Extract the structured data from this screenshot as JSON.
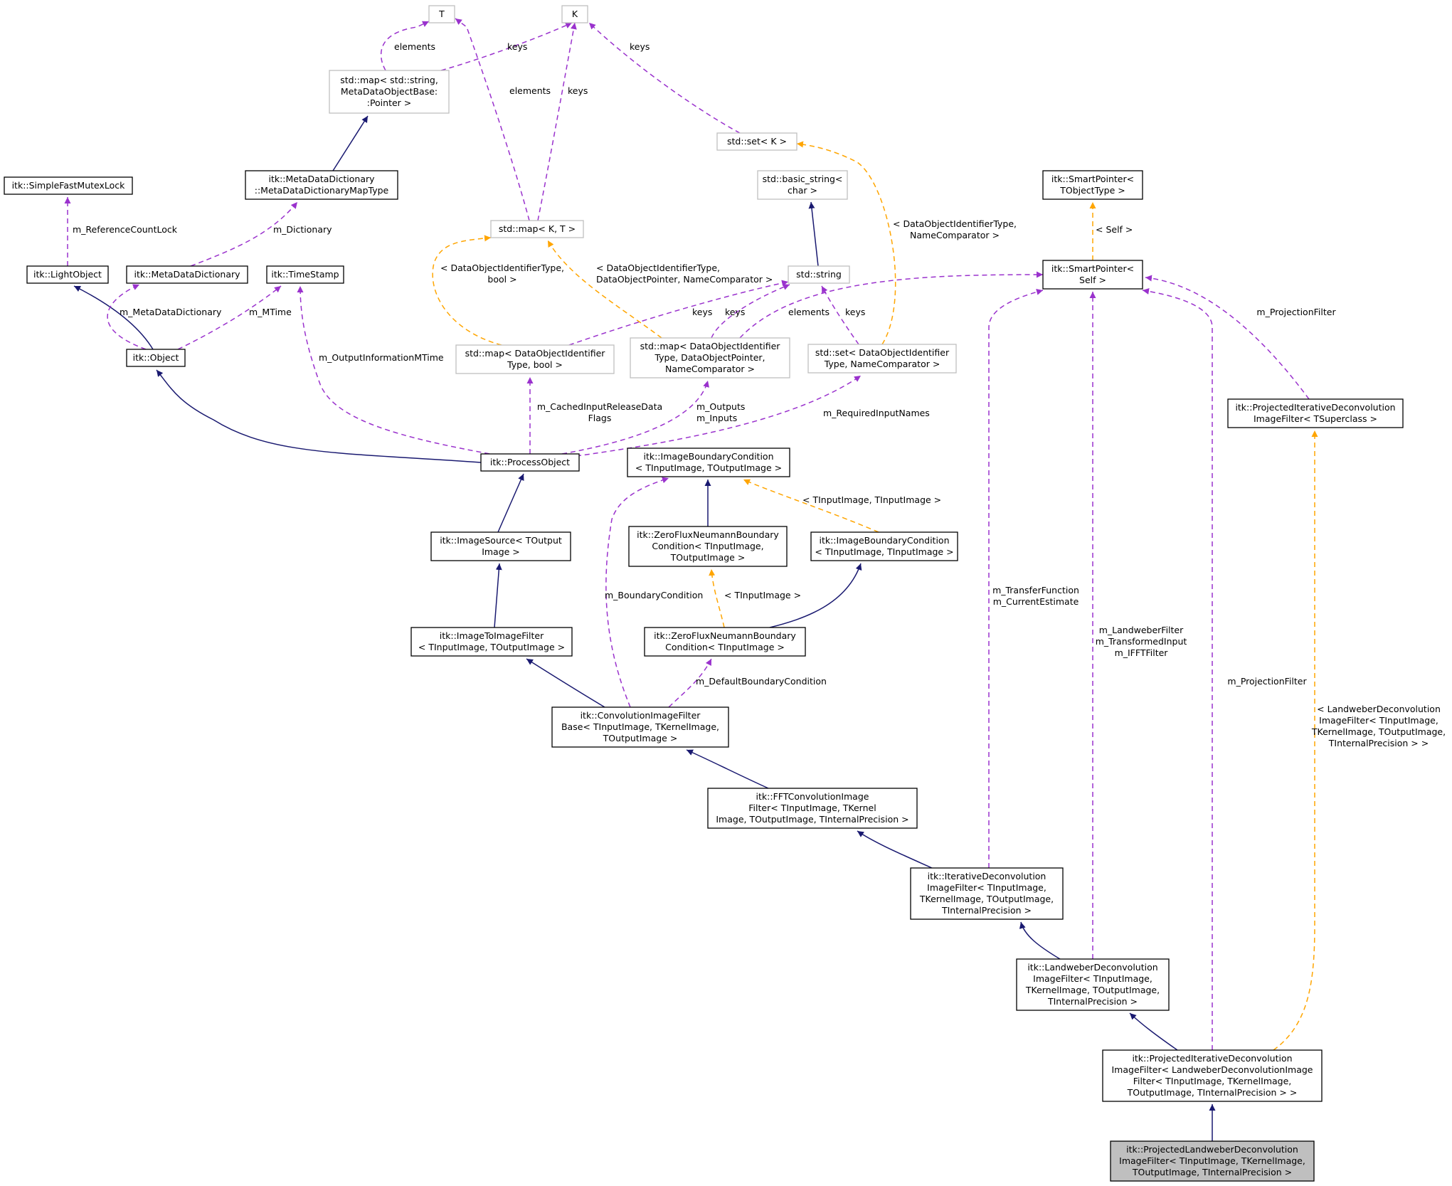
{
  "colors": {
    "inheritance": "#191970",
    "member": "#9a32cd",
    "template": "#ffa500",
    "focus_fill": "#bfbfbf",
    "external_border": "#bfbfbf"
  },
  "nodes": [
    {
      "id": "T",
      "kind": "external",
      "lines": [
        "T"
      ]
    },
    {
      "id": "K",
      "kind": "external",
      "lines": [
        "K"
      ]
    },
    {
      "id": "map_string",
      "kind": "external",
      "lines": [
        "std::map< std::string,",
        "MetaDataObjectBase:",
        ":Pointer >"
      ]
    },
    {
      "id": "set_K",
      "kind": "external",
      "lines": [
        "std::set< K >"
      ]
    },
    {
      "id": "basic_string",
      "kind": "external",
      "lines": [
        "std::basic_string<",
        "char >"
      ]
    },
    {
      "id": "smartptr_T",
      "kind": "class",
      "lines": [
        "itk::SmartPointer<",
        "TObjectType >"
      ]
    },
    {
      "id": "mutexlock",
      "kind": "class",
      "lines": [
        "itk::SimpleFastMutexLock"
      ]
    },
    {
      "id": "mdd_maptype",
      "kind": "class",
      "lines": [
        "itk::MetaDataDictionary",
        "::MetaDataDictionaryMapType"
      ]
    },
    {
      "id": "map_KT",
      "kind": "external",
      "lines": [
        "std::map< K, T >"
      ]
    },
    {
      "id": "lightobject",
      "kind": "class",
      "lines": [
        "itk::LightObject"
      ]
    },
    {
      "id": "mdd",
      "kind": "class",
      "lines": [
        "itk::MetaDataDictionary"
      ]
    },
    {
      "id": "timestamp",
      "kind": "class",
      "lines": [
        "itk::TimeStamp"
      ]
    },
    {
      "id": "stdstring",
      "kind": "external",
      "lines": [
        "std::string"
      ]
    },
    {
      "id": "smartptr_self",
      "kind": "class",
      "lines": [
        "itk::SmartPointer<",
        "Self >"
      ]
    },
    {
      "id": "object",
      "kind": "class",
      "lines": [
        "itk::Object"
      ]
    },
    {
      "id": "map_bool",
      "kind": "external",
      "lines": [
        "std::map< DataObjectIdentifier",
        "Type, bool >"
      ]
    },
    {
      "id": "map_ptr",
      "kind": "external",
      "lines": [
        "std::map< DataObjectIdentifier",
        "Type, DataObjectPointer,",
        "NameComparator >"
      ]
    },
    {
      "id": "set_name",
      "kind": "external",
      "lines": [
        "std::set< DataObjectIdentifier",
        "Type, NameComparator >"
      ]
    },
    {
      "id": "proj_super",
      "kind": "class",
      "lines": [
        "itk::ProjectedIterativeDeconvolution",
        "ImageFilter< TSuperclass >"
      ]
    },
    {
      "id": "processobject",
      "kind": "class",
      "lines": [
        "itk::ProcessObject"
      ]
    },
    {
      "id": "ibc_out",
      "kind": "class",
      "lines": [
        "itk::ImageBoundaryCondition",
        "< TInputImage, TOutputImage >"
      ]
    },
    {
      "id": "imagesource",
      "kind": "class",
      "lines": [
        "itk::ImageSource< TOutput",
        "Image >"
      ]
    },
    {
      "id": "zfn_out",
      "kind": "class",
      "lines": [
        "itk::ZeroFluxNeumannBoundary",
        "Condition< TInputImage,",
        "TOutputImage >"
      ]
    },
    {
      "id": "ibc_in",
      "kind": "class",
      "lines": [
        "itk::ImageBoundaryCondition",
        "< TInputImage, TInputImage >"
      ]
    },
    {
      "id": "imagetoimage",
      "kind": "class",
      "lines": [
        "itk::ImageToImageFilter",
        "< TInputImage, TOutputImage >"
      ]
    },
    {
      "id": "zfn_in",
      "kind": "class",
      "lines": [
        "itk::ZeroFluxNeumannBoundary",
        "Condition< TInputImage >"
      ]
    },
    {
      "id": "convbase",
      "kind": "class",
      "lines": [
        "itk::ConvolutionImageFilter",
        "Base< TInputImage, TKernelImage,",
        "TOutputImage >"
      ]
    },
    {
      "id": "fftconv",
      "kind": "class",
      "lines": [
        "itk::FFTConvolutionImage",
        "Filter< TInputImage, TKernel",
        "Image, TOutputImage, TInternalPrecision >"
      ]
    },
    {
      "id": "iterdeconv",
      "kind": "class",
      "lines": [
        "itk::IterativeDeconvolution",
        "ImageFilter< TInputImage,",
        "TKernelImage, TOutputImage,",
        "TInternalPrecision >"
      ]
    },
    {
      "id": "landweber",
      "kind": "class",
      "lines": [
        "itk::LandweberDeconvolution",
        "ImageFilter< TInputImage,",
        "TKernelImage, TOutputImage,",
        "TInternalPrecision >"
      ]
    },
    {
      "id": "proj_landweber_tpl",
      "kind": "class",
      "lines": [
        "itk::ProjectedIterativeDeconvolution",
        "ImageFilter< LandweberDeconvolutionImage",
        "Filter< TInputImage, TKernelImage,",
        "TOutputImage, TInternalPrecision > >"
      ]
    },
    {
      "id": "focus",
      "kind": "focus",
      "lines": [
        "itk::ProjectedLandweberDeconvolution",
        "ImageFilter< TInputImage, TKernelImage,",
        "TOutputImage, TInternalPrecision >"
      ]
    }
  ],
  "edges": [
    {
      "from": "map_string",
      "to": "T",
      "type": "member",
      "label": [
        "elements"
      ]
    },
    {
      "from": "map_string",
      "to": "K",
      "type": "member",
      "label": [
        "keys"
      ]
    },
    {
      "from": "map_KT",
      "to": "T",
      "type": "member",
      "label": [
        "elements"
      ]
    },
    {
      "from": "map_KT",
      "to": "K",
      "type": "member",
      "label": [
        "keys"
      ]
    },
    {
      "from": "set_K",
      "to": "K",
      "type": "member",
      "label": [
        "keys"
      ]
    },
    {
      "from": "mdd_maptype",
      "to": "map_string",
      "type": "inherit",
      "label": []
    },
    {
      "from": "lightobject",
      "to": "mutexlock",
      "type": "member",
      "label": [
        "m_ReferenceCountLock"
      ]
    },
    {
      "from": "mdd",
      "to": "mdd_maptype",
      "type": "member",
      "label": [
        "m_Dictionary"
      ]
    },
    {
      "from": "stdstring",
      "to": "basic_string",
      "type": "inherit",
      "label": []
    },
    {
      "from": "smartptr_self",
      "to": "smartptr_T",
      "type": "template",
      "label": [
        "< Self >"
      ]
    },
    {
      "from": "set_name",
      "to": "set_K",
      "type": "template",
      "label": [
        "< DataObjectIdentifierType,",
        "NameComparator >"
      ]
    },
    {
      "from": "map_bool",
      "to": "map_KT",
      "type": "template",
      "label": [
        "< DataObjectIdentifierType,",
        "bool >"
      ]
    },
    {
      "from": "map_ptr",
      "to": "map_KT",
      "type": "template",
      "label": [
        "< DataObjectIdentifierType,",
        "DataObjectPointer, NameComparator >"
      ]
    },
    {
      "from": "map_bool",
      "to": "stdstring",
      "type": "member",
      "label": [
        "keys"
      ]
    },
    {
      "from": "map_ptr",
      "to": "stdstring",
      "type": "member",
      "label": [
        "keys"
      ]
    },
    {
      "from": "set_name",
      "to": "stdstring",
      "type": "member",
      "label": [
        "keys"
      ]
    },
    {
      "from": "map_ptr",
      "to": "smartptr_self",
      "type": "member",
      "label": [
        "elements"
      ]
    },
    {
      "from": "object",
      "to": "lightobject",
      "type": "inherit",
      "label": []
    },
    {
      "from": "object",
      "to": "mdd",
      "type": "member",
      "label": [
        "m_MetaDataDictionary"
      ]
    },
    {
      "from": "object",
      "to": "timestamp",
      "type": "member",
      "label": [
        "m_MTime"
      ]
    },
    {
      "from": "processobject",
      "to": "object",
      "type": "inherit",
      "label": []
    },
    {
      "from": "processobject",
      "to": "timestamp",
      "type": "member",
      "label": [
        "m_OutputInformationMTime"
      ]
    },
    {
      "from": "processobject",
      "to": "map_bool",
      "type": "member",
      "label": [
        "m_CachedInputReleaseData",
        "Flags"
      ]
    },
    {
      "from": "processobject",
      "to": "map_ptr",
      "type": "member",
      "label": [
        "m_Outputs",
        "m_Inputs"
      ]
    },
    {
      "from": "processobject",
      "to": "set_name",
      "type": "member",
      "label": [
        "m_RequiredInputNames"
      ]
    },
    {
      "from": "proj_super",
      "to": "smartptr_self",
      "type": "member",
      "label": [
        "m_ProjectionFilter"
      ]
    },
    {
      "from": "imagesource",
      "to": "processobject",
      "type": "inherit",
      "label": []
    },
    {
      "from": "zfn_out",
      "to": "ibc_out",
      "type": "inherit",
      "label": []
    },
    {
      "from": "ibc_in",
      "to": "ibc_out",
      "type": "template",
      "label": [
        "< TInputImage, TInputImage >"
      ]
    },
    {
      "from": "imagetoimage",
      "to": "imagesource",
      "type": "inherit",
      "label": []
    },
    {
      "from": "zfn_in",
      "to": "zfn_out",
      "type": "template",
      "label": [
        "< TInputImage >"
      ]
    },
    {
      "from": "zfn_in",
      "to": "ibc_in",
      "type": "inherit",
      "label": []
    },
    {
      "from": "convbase",
      "to": "imagetoimage",
      "type": "inherit",
      "label": []
    },
    {
      "from": "convbase",
      "to": "ibc_out",
      "type": "member",
      "label": [
        "m_BoundaryCondition"
      ]
    },
    {
      "from": "convbase",
      "to": "zfn_in",
      "type": "member",
      "label": [
        "m_DefaultBoundaryCondition"
      ]
    },
    {
      "from": "fftconv",
      "to": "convbase",
      "type": "inherit",
      "label": []
    },
    {
      "from": "iterdeconv",
      "to": "fftconv",
      "type": "inherit",
      "label": []
    },
    {
      "from": "iterdeconv",
      "to": "smartptr_self",
      "type": "member",
      "label": [
        "m_TransferFunction",
        "m_CurrentEstimate"
      ]
    },
    {
      "from": "landweber",
      "to": "iterdeconv",
      "type": "inherit",
      "label": []
    },
    {
      "from": "landweber",
      "to": "smartptr_self",
      "type": "member",
      "label": [
        "m_LandweberFilter",
        "m_TransformedInput",
        "m_IFFTFilter"
      ]
    },
    {
      "from": "proj_landweber_tpl",
      "to": "landweber",
      "type": "inherit",
      "label": []
    },
    {
      "from": "proj_landweber_tpl",
      "to": "smartptr_self",
      "type": "member",
      "label": [
        "m_ProjectionFilter"
      ]
    },
    {
      "from": "proj_landweber_tpl",
      "to": "proj_super",
      "type": "template",
      "label": [
        "< LandweberDeconvolution",
        "ImageFilter< TInputImage,",
        "TKernelImage, TOutputImage,",
        "TInternalPrecision > >"
      ]
    },
    {
      "from": "focus",
      "to": "proj_landweber_tpl",
      "type": "inherit",
      "label": []
    }
  ]
}
